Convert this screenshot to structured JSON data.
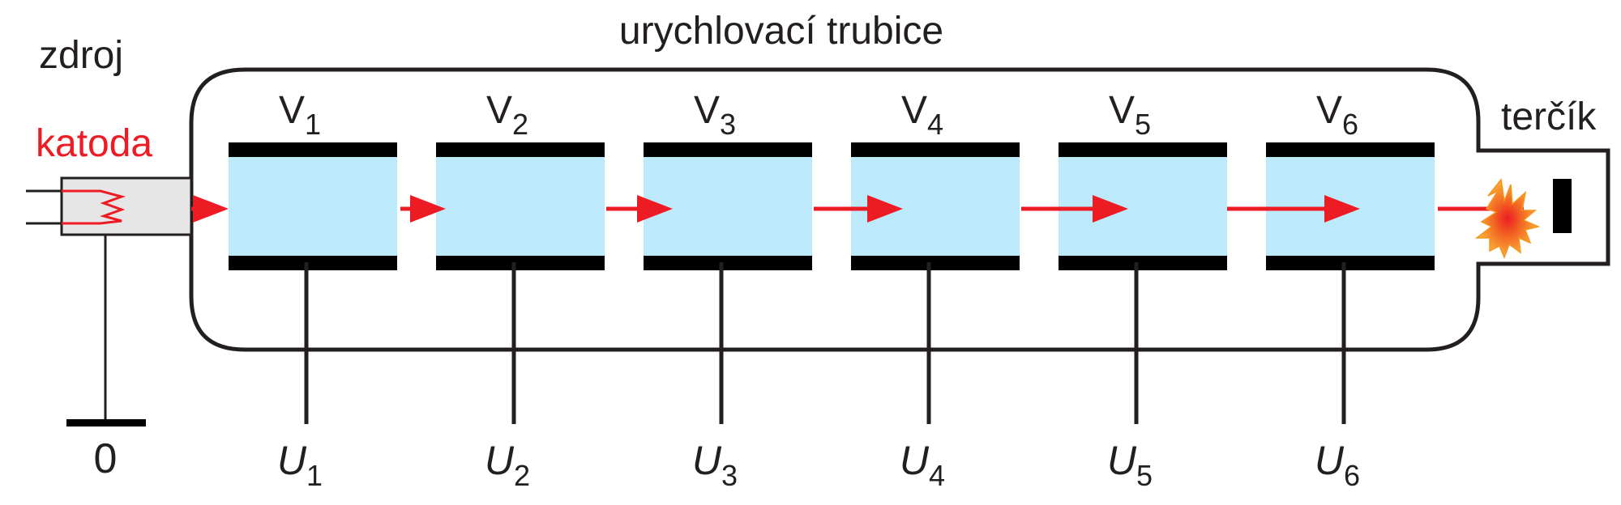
{
  "labels": {
    "tube": "urychlovací trubice",
    "source": "zdroj",
    "cathode": "katoda",
    "target": "terčík",
    "ground": "0"
  },
  "electrodes": [
    {
      "v_letter": "V",
      "v_sub": "1",
      "u_letter": "U",
      "u_sub": "1"
    },
    {
      "v_letter": "V",
      "v_sub": "2",
      "u_letter": "U",
      "u_sub": "2"
    },
    {
      "v_letter": "V",
      "v_sub": "3",
      "u_letter": "U",
      "u_sub": "3"
    },
    {
      "v_letter": "V",
      "v_sub": "4",
      "u_letter": "U",
      "u_sub": "4"
    },
    {
      "v_letter": "V",
      "v_sub": "5",
      "u_letter": "U",
      "u_sub": "5"
    },
    {
      "v_letter": "V",
      "v_sub": "6",
      "u_letter": "U",
      "u_sub": "6"
    }
  ],
  "colors": {
    "outline": "#231f20",
    "plate": "#000000",
    "cavity": "#bdeafb",
    "beam": "#ed1c24",
    "source_box": "#e6e6e6",
    "flash_outer": "#f7a81b",
    "flash_inner": "#ed1c24"
  }
}
